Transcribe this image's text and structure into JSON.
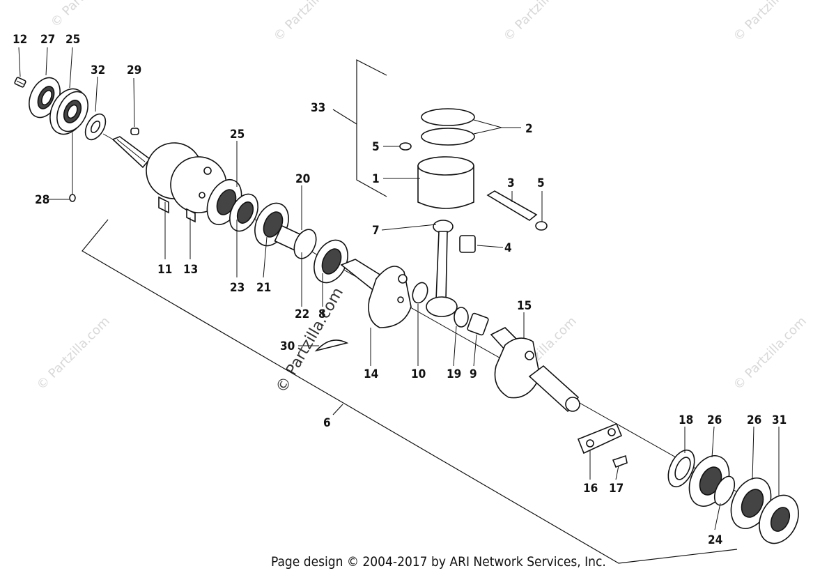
{
  "diagram": {
    "callouts": [
      {
        "id": "c12",
        "text": "12"
      },
      {
        "id": "c27",
        "text": "27"
      },
      {
        "id": "c25a",
        "text": "25"
      },
      {
        "id": "c32",
        "text": "32"
      },
      {
        "id": "c29",
        "text": "29"
      },
      {
        "id": "c28",
        "text": "28"
      },
      {
        "id": "c11",
        "text": "11"
      },
      {
        "id": "c13",
        "text": "13"
      },
      {
        "id": "c25b",
        "text": "25"
      },
      {
        "id": "c23",
        "text": "23"
      },
      {
        "id": "c21",
        "text": "21"
      },
      {
        "id": "c20",
        "text": "20"
      },
      {
        "id": "c22",
        "text": "22"
      },
      {
        "id": "c8",
        "text": "8"
      },
      {
        "id": "c33",
        "text": "33"
      },
      {
        "id": "c2",
        "text": "2"
      },
      {
        "id": "c5a",
        "text": "5"
      },
      {
        "id": "c1",
        "text": "1"
      },
      {
        "id": "c3",
        "text": "3"
      },
      {
        "id": "c5b",
        "text": "5"
      },
      {
        "id": "c7",
        "text": "7"
      },
      {
        "id": "c4",
        "text": "4"
      },
      {
        "id": "c30",
        "text": "30"
      },
      {
        "id": "c14",
        "text": "14"
      },
      {
        "id": "c10",
        "text": "10"
      },
      {
        "id": "c19",
        "text": "19"
      },
      {
        "id": "c9",
        "text": "9"
      },
      {
        "id": "c15",
        "text": "15"
      },
      {
        "id": "c6",
        "text": "6"
      },
      {
        "id": "c16",
        "text": "16"
      },
      {
        "id": "c17",
        "text": "17"
      },
      {
        "id": "c18",
        "text": "18"
      },
      {
        "id": "c26a",
        "text": "26"
      },
      {
        "id": "c26b",
        "text": "26"
      },
      {
        "id": "c31",
        "text": "31"
      },
      {
        "id": "c24",
        "text": "24"
      }
    ]
  },
  "watermark": {
    "small_text": "© Partzilla.com",
    "center_text": "© Partzilla.com"
  },
  "footer": {
    "text": "Page design © 2004-2017 by ARI Network Services, Inc."
  }
}
